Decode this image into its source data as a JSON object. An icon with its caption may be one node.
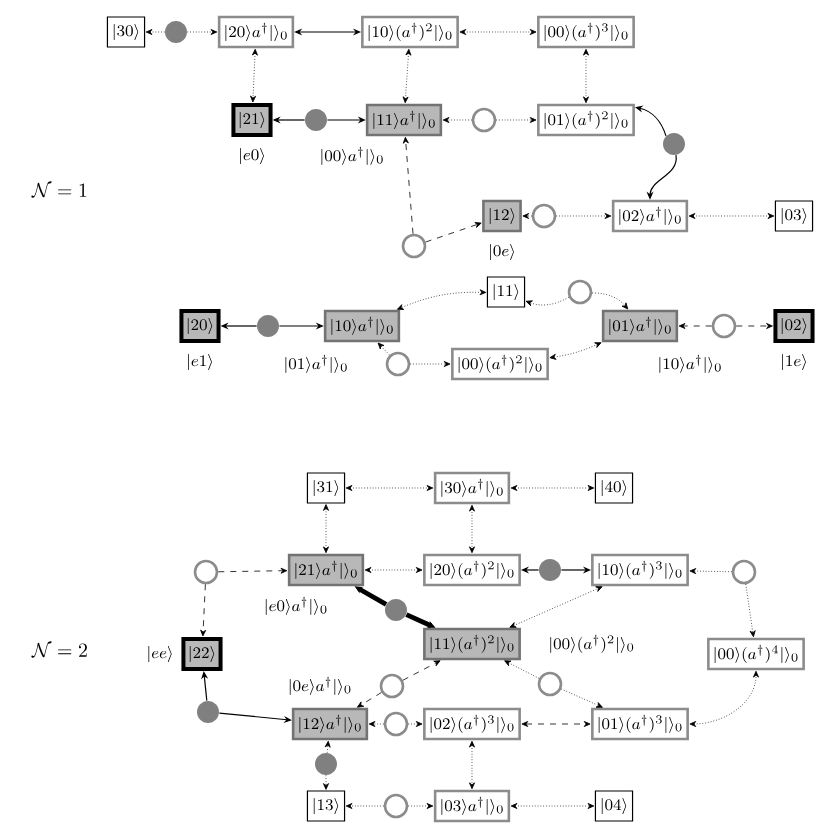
{
  "diagram": {
    "nodes": [
      {
        "text": [
          "|30\\rangle"
        ]
      },
      {
        "text": [
          "|20\\rangle a^\\dagger|\\rangle_0"
        ]
      },
      {
        "text": [
          "|10\\rangle (a^\\dagger)^2|\\rangle_0"
        ]
      },
      {
        "text": [
          "|00\\rangle (a^\\dagger)^3|\\rangle_0"
        ]
      },
      {
        "text": [
          "|21\\rangle"
        ],
        "beside": [
          "|e0\\rangle"
        ]
      },
      {
        "text": [
          "|11\\rangle a^\\dagger|\\rangle_0"
        ],
        "beside": [
          "|00\\rangle a^\\dagger|\\rangle_0"
        ]
      },
      {
        "text": [
          "|01\\rangle (a^\\dagger)^2|\\rangle_0"
        ]
      },
      {
        "text": [
          "|12\\rangle"
        ],
        "beside": [
          "|0e\\rangle"
        ]
      },
      {
        "text": [
          "|02\\rangle a^\\dagger|\\rangle_0"
        ]
      },
      {
        "text": [
          "|03\\rangle"
        ]
      },
      {
        "text": [],
        "shape": "dot"
      },
      {
        "text": [],
        "shape": "dot"
      },
      {
        "text": [],
        "shape": "circle"
      },
      {
        "text": [],
        "shape": "dot"
      },
      {
        "text": [],
        "shape": "circle"
      },
      {
        "text": [],
        "shape": "circle"
      },
      {
        "text": [
          "|11\\rangle"
        ]
      },
      {
        "text": [
          "|20\\rangle"
        ],
        "beside": [
          "|e1\\rangle"
        ]
      },
      {
        "text": [
          "|10\\rangle a^\\dagger|\\rangle_0"
        ],
        "beside": [
          "|01\\rangle a^\\dagger|\\rangle_0"
        ]
      },
      {
        "text": [
          "|01\\rangle a^\\dagger|\\rangle_0"
        ],
        "beside": [
          "|10\\rangle a^\\dagger|\\rangle_0"
        ]
      },
      {
        "text": [
          "|02\\rangle"
        ],
        "beside": [
          "|1e\\rangle"
        ]
      },
      {
        "text": [
          "|00\\rangle (a^\\dagger)^2|\\rangle_0"
        ]
      },
      {
        "text": [],
        "shape": "dot"
      },
      {
        "text": [],
        "shape": "circle"
      },
      {
        "text": [],
        "shape": "circle"
      },
      {
        "text": [],
        "shape": "circle"
      },
      {
        "text": [
          "|31\\rangle"
        ]
      },
      {
        "text": [
          "|30\\rangle a^\\dagger|\\rangle_0"
        ]
      },
      {
        "text": [
          "|40\\rangle"
        ]
      },
      {
        "text": [
          "|21\\rangle a^\\dagger|\\rangle_0"
        ],
        "beside": [
          "|e0\\rangle a^\\dagger|\\rangle_0"
        ]
      },
      {
        "text": [
          "|20\\rangle (a^\\dagger)^2|\\rangle_0"
        ]
      },
      {
        "text": [
          "|10\\rangle (a^\\dagger)^3|\\rangle_0"
        ]
      },
      {
        "text": [
          "|22\\rangle"
        ],
        "beside": [
          "|ee\\rangle"
        ]
      },
      {
        "text": [
          "|11\\rangle (a^\\dagger)^2|\\rangle_0"
        ],
        "beside": [
          "|00\\rangle (a^\\dagger)^2|\\rangle_0"
        ]
      },
      {
        "text": [
          "|00\\rangle (a^\\dagger)^4|\\rangle_0"
        ]
      },
      {
        "text": [
          "|12\\rangle a^\\dagger|\\rangle_0"
        ],
        "beside": [
          "|0e\\rangle a^\\dagger|\\rangle_0"
        ]
      },
      {
        "text": [
          "|02\\rangle (a^\\dagger)^3|\\rangle_0"
        ]
      },
      {
        "text": [
          "|01\\rangle (a^\\dagger)^3|\\rangle_0"
        ]
      },
      {
        "text": [
          "|13\\rangle"
        ]
      },
      {
        "text": [
          "|03\\rangle a^\\dagger|\\rangle_0"
        ]
      },
      {
        "text": [
          "|04\\rangle"
        ]
      },
      {
        "text": [],
        "shape": "circle"
      },
      {
        "text": [],
        "shape": "circle"
      },
      {
        "text": [],
        "shape": "dot"
      },
      {
        "text": [],
        "shape": "dot"
      },
      {
        "text": [],
        "shape": "circle"
      },
      {
        "text": [],
        "shape": "circle"
      },
      {
        "text": [],
        "shape": "dot"
      },
      {
        "text": [],
        "shape": "circle"
      },
      {
        "text": [],
        "shape": "dot"
      },
      {
        "text": [],
        "shape": "circle"
      }
    ],
    "edges": [
      {
        "from": 10,
        "to": 0,
        "arrow": "to",
        "style": "dashed"
      },
      {
        "from": 10,
        "to": 1,
        "arrow": "to",
        "style": "dashed"
      },
      {
        "from": 1,
        "to": 2,
        "arrow": "both"
      },
      {
        "from": 2,
        "to": 3,
        "arrow": "both",
        "style": "dashed"
      },
      {
        "from": 1,
        "to": 4,
        "arrow": "both",
        "style": "dashed"
      },
      {
        "from": 2,
        "to": 5,
        "arrow": "both",
        "style": "dashed"
      },
      {
        "from": 3,
        "to": 6,
        "arrow": "both",
        "style": "dashed"
      },
      {
        "from": 11,
        "to": 4,
        "arrow": "to"
      },
      {
        "from": 11,
        "to": 5,
        "arrow": "to"
      },
      {
        "from": 12,
        "to": 5,
        "arrow": "to",
        "style": "dashed"
      },
      {
        "from": 12,
        "to": 6,
        "arrow": "to",
        "style": "dashed"
      },
      {
        "from": 13,
        "to": 6,
        "arrow": "to"
      },
      {
        "from": 13,
        "to": 8,
        "arrow": "to"
      },
      {
        "from": 14,
        "to": 5,
        "arrow": "to",
        "style": "dashed"
      },
      {
        "from": 14,
        "to": 7,
        "arrow": "to",
        "style": "dashed"
      },
      {
        "from": 15,
        "to": 7,
        "arrow": "to",
        "style": "dashed"
      },
      {
        "from": 15,
        "to": 8,
        "arrow": "to",
        "style": "dashed"
      },
      {
        "from": 8,
        "to": 9,
        "arrow": "both",
        "style": "dashed"
      },
      {
        "from": 22,
        "to": 17,
        "arrow": "to"
      },
      {
        "from": 22,
        "to": 18,
        "arrow": "to"
      },
      {
        "from": 16,
        "to": 18,
        "arrow": "both",
        "style": "dashed"
      },
      {
        "from": 23,
        "to": 16,
        "arrow": "to",
        "style": "dashed"
      },
      {
        "from": 23,
        "to": 19,
        "arrow": "to",
        "style": "dashed"
      },
      {
        "from": 24,
        "to": 18,
        "arrow": "to",
        "style": "dashed"
      },
      {
        "from": 24,
        "to": 21,
        "arrow": "to",
        "style": "dashed"
      },
      {
        "from": 21,
        "to": 19,
        "arrow": "both",
        "style": "dashed"
      },
      {
        "from": 25,
        "to": 19,
        "arrow": "to",
        "style": "dashed"
      },
      {
        "from": 25,
        "to": 20,
        "arrow": "to",
        "style": "dashed"
      },
      {
        "from": 26,
        "to": 27,
        "arrow": "both",
        "style": "dashed"
      },
      {
        "from": 27,
        "to": 28,
        "arrow": "both",
        "style": "dashed"
      },
      {
        "from": 26,
        "to": 29,
        "arrow": "both",
        "style": "dashed"
      },
      {
        "from": 27,
        "to": 30,
        "arrow": "both",
        "style": "dashed"
      },
      {
        "from": 29,
        "to": 30,
        "arrow": "both",
        "style": "dashed"
      },
      {
        "from": 43,
        "to": 30,
        "arrow": "to"
      },
      {
        "from": 43,
        "to": 31,
        "arrow": "to"
      },
      {
        "from": 42,
        "to": 31,
        "arrow": "to",
        "style": "dashed"
      },
      {
        "from": 42,
        "to": 34,
        "arrow": "to",
        "style": "dashed"
      },
      {
        "from": 41,
        "to": 29,
        "arrow": "to",
        "style": "dashed"
      },
      {
        "from": 41,
        "to": 32,
        "arrow": "to",
        "style": "dashed"
      },
      {
        "from": 44,
        "to": 29,
        "arrow": "to",
        "style": "thick"
      },
      {
        "from": 44,
        "to": 33,
        "arrow": "to",
        "style": "thick"
      },
      {
        "from": 33,
        "to": 31,
        "arrow": "both",
        "style": "dashed"
      },
      {
        "from": 45,
        "to": 33,
        "arrow": "to",
        "style": "dashed"
      },
      {
        "from": 45,
        "to": 35,
        "arrow": "to",
        "style": "dashed"
      },
      {
        "from": 46,
        "to": 33,
        "arrow": "to",
        "style": "dashed"
      },
      {
        "from": 46,
        "to": 37,
        "arrow": "to",
        "style": "dashed"
      },
      {
        "from": 47,
        "to": 32,
        "arrow": "to"
      },
      {
        "from": 47,
        "to": 35,
        "arrow": "to"
      },
      {
        "from": 48,
        "to": 35,
        "arrow": "to",
        "style": "dashed"
      },
      {
        "from": 48,
        "to": 36,
        "arrow": "to",
        "style": "dashed"
      },
      {
        "from": 36,
        "to": 37,
        "arrow": "both",
        "style": "dashed"
      },
      {
        "from": 37,
        "to": 34,
        "arrow": "both",
        "style": "dashed"
      },
      {
        "from": 49,
        "to": 35,
        "arrow": "to",
        "style": "dashed"
      },
      {
        "from": 49,
        "to": 38,
        "arrow": "to",
        "style": "dashed"
      },
      {
        "from": 36,
        "to": 39,
        "arrow": "both",
        "style": "dashed"
      },
      {
        "from": 50,
        "to": 38,
        "arrow": "to",
        "style": "dashed"
      },
      {
        "from": 50,
        "to": 39,
        "arrow": "to",
        "style": "dashed"
      },
      {
        "from": 39,
        "to": 40,
        "arrow": "both",
        "style": "dashed"
      }
    ],
    "labels": [
      "\\mathcal{N}=1",
      "\\mathcal{N}=2"
    ]
  }
}
